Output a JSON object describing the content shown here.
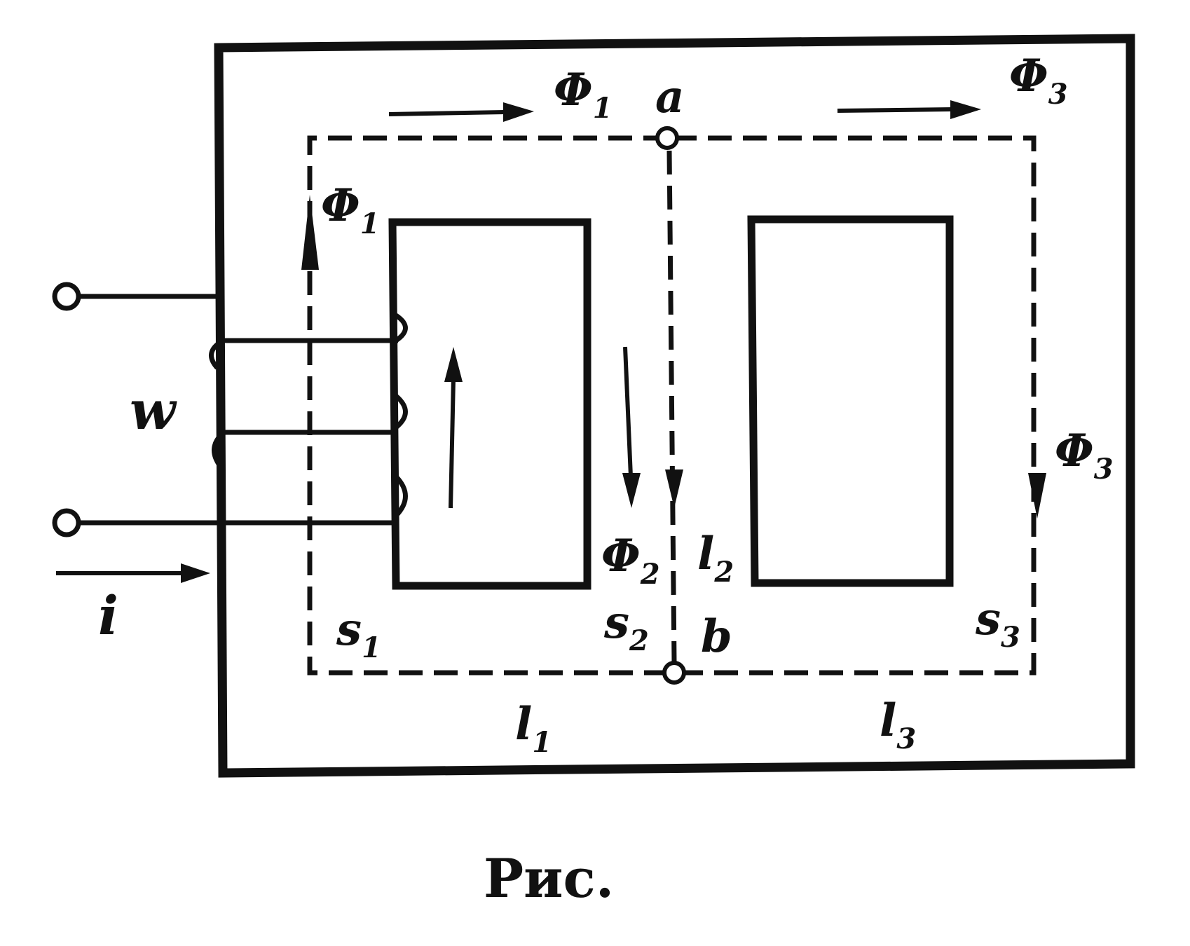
{
  "labels": {
    "phi1_top": {
      "main": "Φ",
      "sub": "1"
    },
    "phi1_left": {
      "main": "Φ",
      "sub": "1"
    },
    "phi2": {
      "main": "Φ",
      "sub": "2"
    },
    "phi3_top": {
      "main": "Φ",
      "sub": "3"
    },
    "phi3_right": {
      "main": "Φ",
      "sub": "3"
    },
    "node_a": "a",
    "node_b": "b",
    "s1": {
      "main": "s",
      "sub": "1"
    },
    "s2": {
      "main": "s",
      "sub": "2"
    },
    "s3": {
      "main": "s",
      "sub": "3"
    },
    "l1": {
      "main": "l",
      "sub": "1"
    },
    "l2": {
      "main": "l",
      "sub": "2"
    },
    "l3": {
      "main": "l",
      "sub": "3"
    },
    "winding": "w",
    "current": "i"
  },
  "caption": "Рис."
}
